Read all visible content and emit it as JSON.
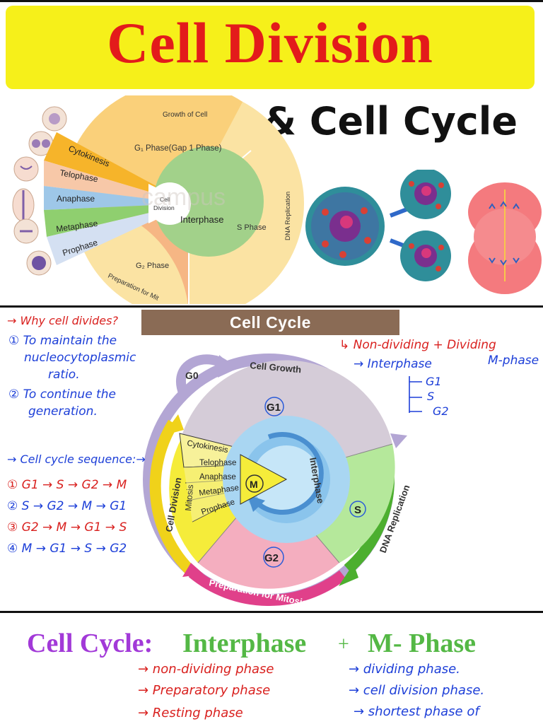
{
  "title": {
    "main": "Cell Division",
    "sub": "& Cell Cycle"
  },
  "top_diagram": {
    "growth_label": "Growth of Cell",
    "g1_label": "G₁ Phase(Gap 1 Phase)",
    "s_label": "S Phase",
    "g2_label": "G₂ Phase",
    "interphase": "Interphase",
    "center": [
      "Cell",
      "Division"
    ],
    "dna_replication": "DNA Replication",
    "preparation": "Preparation for Mit",
    "watermark": "campus",
    "phases": [
      "Cytokinesis",
      "Telophase",
      "Anaphase",
      "Metaphase",
      "Prophase"
    ]
  },
  "cell_cycle_header": "Cell Cycle",
  "cycle": {
    "g0": "G0",
    "cell_growth": "Cell Growth",
    "g1": "G1",
    "s": "S",
    "g2": "G2",
    "m": "M",
    "interphase": "Interphase",
    "dna_replication": "DNA Replication",
    "preparation": "Preparation for Mitosis",
    "cell_division": "Cell Division",
    "mitosis": "Mitosis",
    "phases": [
      "Cytokinesis",
      "Telophase",
      "Anaphase",
      "Metaphase",
      "Prophase"
    ]
  },
  "notes_left": {
    "q": "→ Why cell divides?",
    "i1": "① To maintain the",
    "i2": "nucleocytoplasmic",
    "i3": "ratio.",
    "ii1": "② To continue the",
    "ii2": "generation.",
    "seq": "→ Cell cycle sequence:→",
    "s1": "① G1 → S → G2 → M",
    "s2": "② S → G2 → M → G1",
    "s3": "③ G2 → M → G1 → S",
    "s4": "④ M → G1 → S → G2"
  },
  "notes_right": {
    "line1": "↳ Non-dividing + Dividing",
    "line2a": "→ Interphase",
    "line2b": "M-phase",
    "b1": "G1",
    "b2": "S",
    "b3": "G2"
  },
  "footer": {
    "label": "Cell Cycle:",
    "interphase": "Interphase",
    "plus": "+",
    "mphase": "M- Phase",
    "left_notes": [
      "→ non-dividing phase",
      "→ Preparatory phase",
      "→ Resting phase"
    ],
    "right_notes": [
      "→ dividing phase.",
      "→ cell division phase.",
      "→ shortest phase of"
    ]
  },
  "colors": {
    "banner": "#f6f01a",
    "title_red": "#e31b1b",
    "header_brown": "#8a6b55",
    "g1": "#d5ccd8",
    "s": "#b5e89b",
    "g2": "#f4aebf",
    "m_yellow": "#f5ec3a",
    "interphase_blue": "#a9d6f2",
    "green_arrow": "#4caf2f",
    "pink_arrow": "#e0408a",
    "purple_arrow": "#b3a6d4"
  }
}
